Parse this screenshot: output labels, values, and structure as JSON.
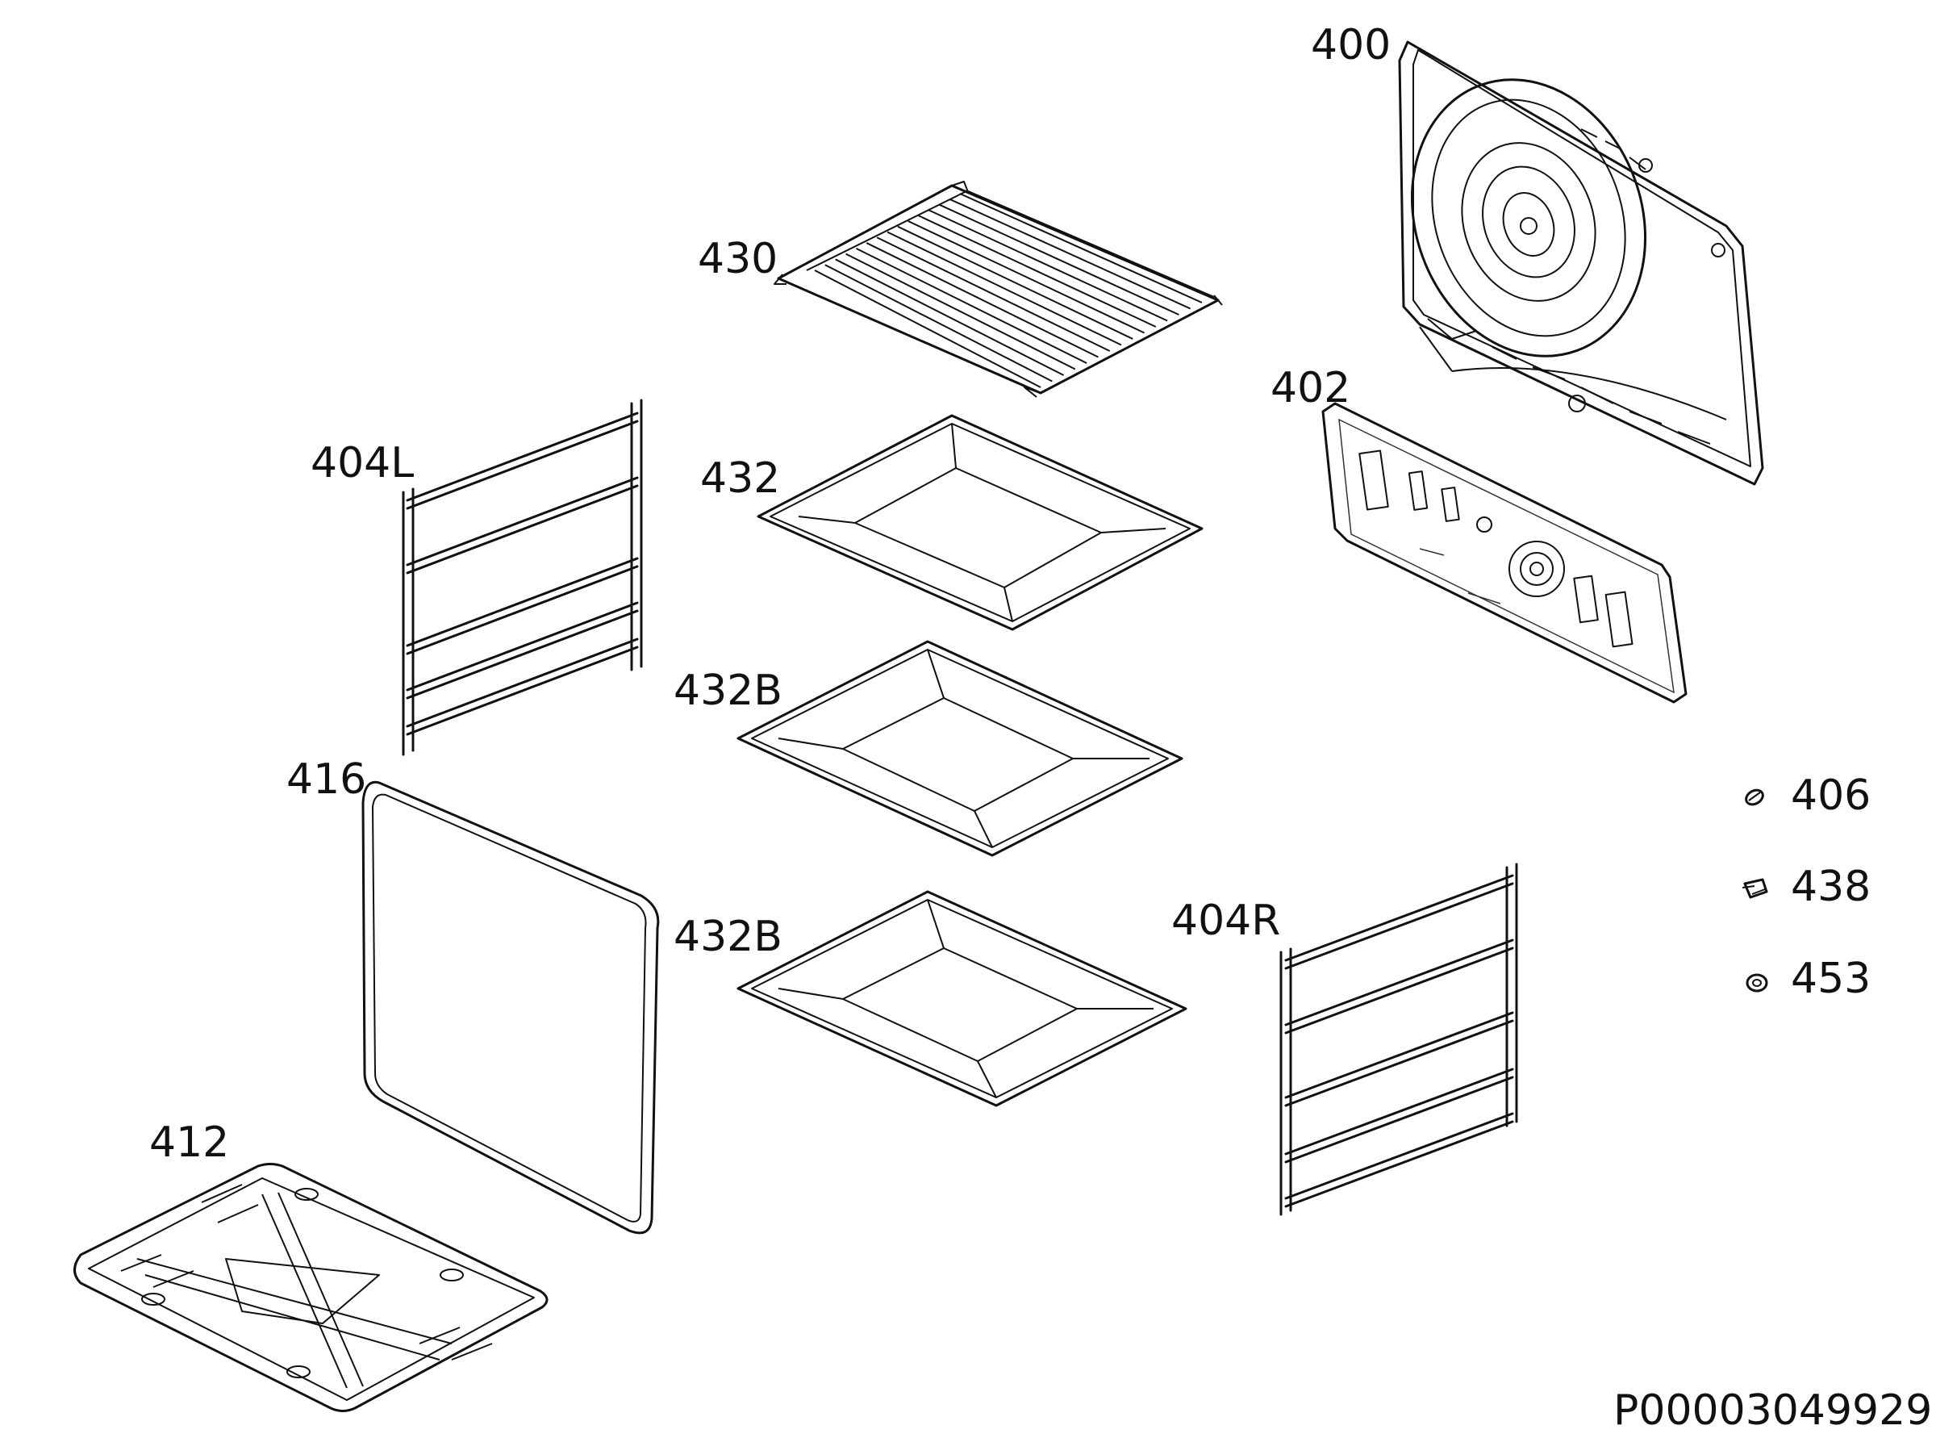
{
  "diagram": {
    "drawing_id": "P00003049929",
    "callouts": {
      "fan_cover": "400",
      "back_panel": "402",
      "rack_left": "404L",
      "rack_right": "404R",
      "small_part_1": "406",
      "small_part_2": "438",
      "small_part_3": "453",
      "bottom_plate": "412",
      "door_seal": "416",
      "wire_shelf": "430",
      "tray": "432",
      "tray_b_upper": "432B",
      "tray_b_lower": "432B"
    }
  }
}
